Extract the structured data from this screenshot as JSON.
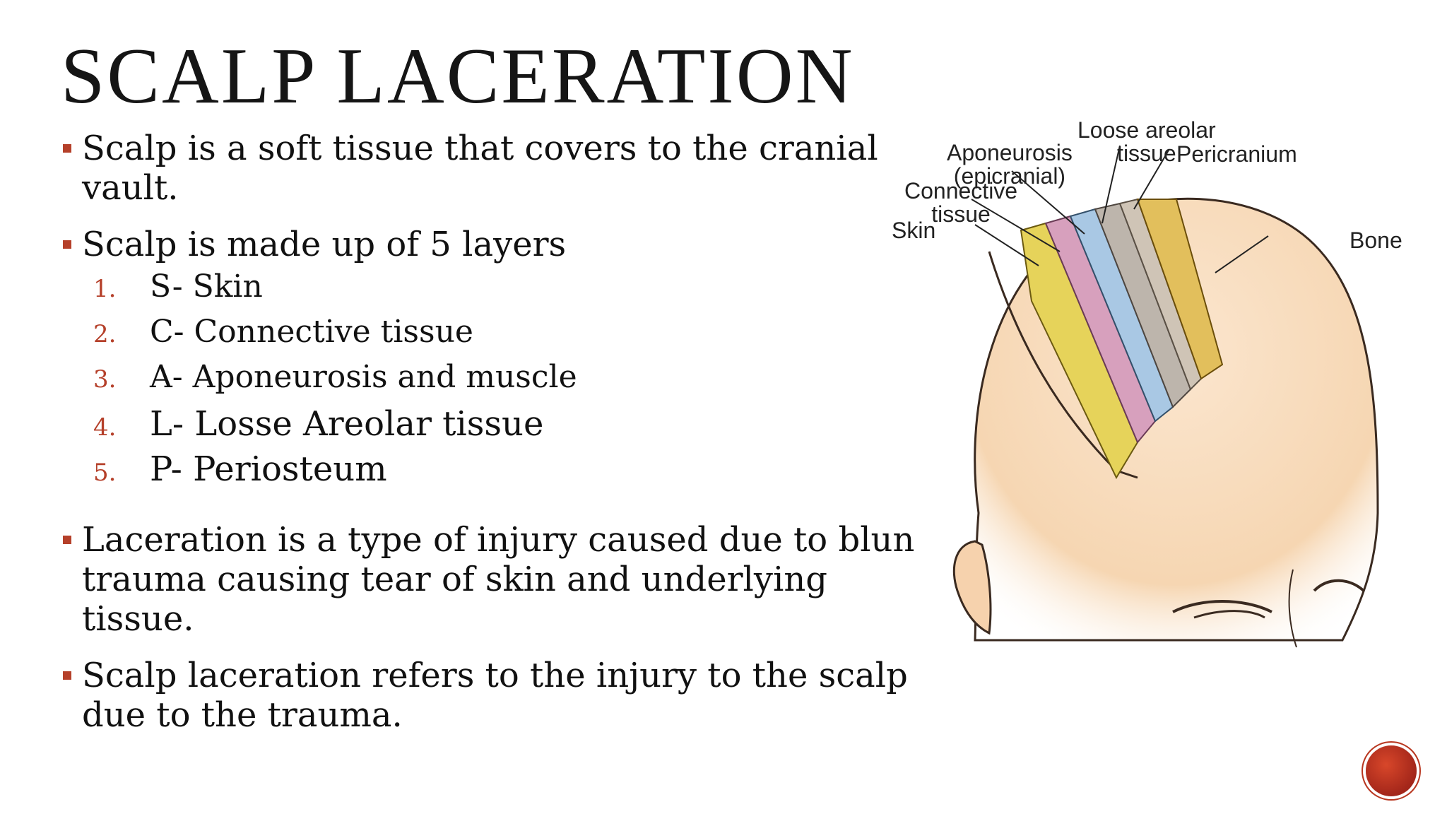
{
  "title": "SCALP LACERATION",
  "bullets": {
    "b1": "Scalp is a soft tissue that covers to the cranial vault.",
    "b2": "Scalp is made up of 5 layers",
    "b3": "Laceration is a type of injury caused due to blun trauma causing tear of skin and underlying tissue.",
    "b4": "Scalp laceration refers to the injury to the scalp due to the trauma."
  },
  "layers": [
    {
      "num": "1.",
      "text": "S- Skin"
    },
    {
      "num": "2.",
      "text": "C- Connective tissue"
    },
    {
      "num": "3.",
      "text": "A- Aponeurosis and muscle"
    },
    {
      "num": "4.",
      "text": "L- Losse Areolar tissue"
    },
    {
      "num": "5.",
      "text": "P- Periosteum"
    }
  ],
  "figure": {
    "labels": {
      "aponeurosis_1": "Aponeurosis",
      "aponeurosis_2": "(epicranial)",
      "loose_1": "Loose areolar",
      "loose_2": "tissue",
      "pericranium": "Pericranium",
      "connective_1": "Connective",
      "connective_2": "tissue",
      "skin": "Skin",
      "bone": "Bone"
    }
  },
  "colors": {
    "accent": "#b5402a",
    "skin_layer": "#e6d35a",
    "connective_layer": "#d7a0bd",
    "aponeurosis_layer": "#a9c8e4",
    "loose_layer": "#bdb5ac",
    "bone_layer": "#e2bf5c",
    "head": "#f8dcbc"
  }
}
